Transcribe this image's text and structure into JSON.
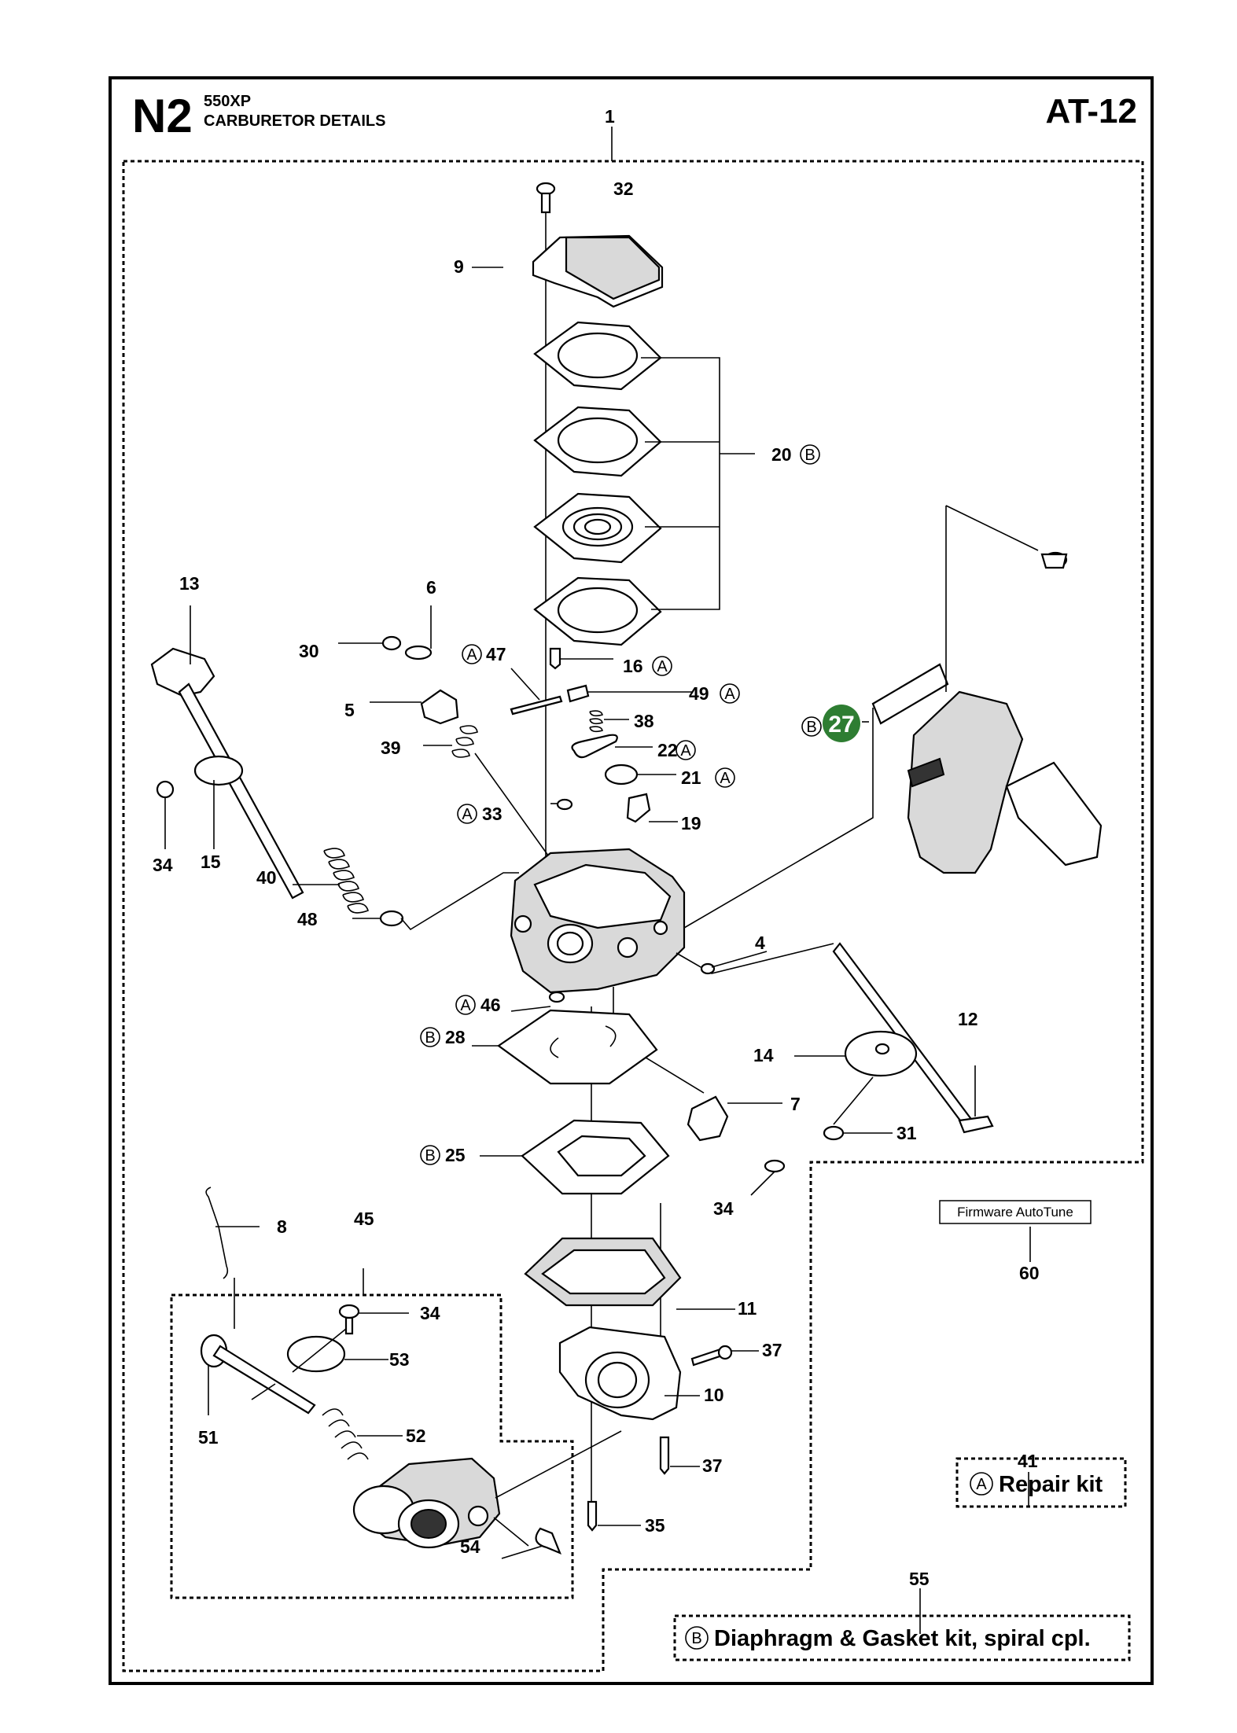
{
  "header": {
    "section_code": "N2",
    "model": "550XP",
    "subtitle": "CARBURETOR DETAILS",
    "page_code": "AT-12"
  },
  "parts": [
    {
      "id": "p1",
      "num": "1"
    },
    {
      "id": "p32",
      "num": "32"
    },
    {
      "id": "p9",
      "num": "9"
    },
    {
      "id": "p20",
      "num": "20",
      "kit": "B"
    },
    {
      "id": "p13",
      "num": "13"
    },
    {
      "id": "p6",
      "num": "6"
    },
    {
      "id": "p30",
      "num": "30"
    },
    {
      "id": "p47",
      "num": "47",
      "kit": "A"
    },
    {
      "id": "p16",
      "num": "16",
      "kit": "A"
    },
    {
      "id": "p5",
      "num": "5"
    },
    {
      "id": "p49",
      "num": "49",
      "kit": "A"
    },
    {
      "id": "p38",
      "num": "38"
    },
    {
      "id": "p27",
      "num": "27",
      "kit": "B"
    },
    {
      "id": "p39",
      "num": "39"
    },
    {
      "id": "p22",
      "num": "22",
      "kit": "A"
    },
    {
      "id": "p21",
      "num": "21",
      "kit": "A"
    },
    {
      "id": "p33",
      "num": "33",
      "kit": "A"
    },
    {
      "id": "p19",
      "num": "19"
    },
    {
      "id": "p34a",
      "num": "34"
    },
    {
      "id": "p15",
      "num": "15"
    },
    {
      "id": "p40",
      "num": "40"
    },
    {
      "id": "p48",
      "num": "48"
    },
    {
      "id": "p4",
      "num": "4"
    },
    {
      "id": "p46",
      "num": "46",
      "kit": "A"
    },
    {
      "id": "p12",
      "num": "12"
    },
    {
      "id": "p28",
      "num": "28",
      "kit": "B"
    },
    {
      "id": "p14",
      "num": "14"
    },
    {
      "id": "p7",
      "num": "7"
    },
    {
      "id": "p31",
      "num": "31"
    },
    {
      "id": "p25",
      "num": "25",
      "kit": "B"
    },
    {
      "id": "p34b",
      "num": "34"
    },
    {
      "id": "p8",
      "num": "8"
    },
    {
      "id": "p45",
      "num": "45"
    },
    {
      "id": "p11",
      "num": "11"
    },
    {
      "id": "p60",
      "num": "60"
    },
    {
      "id": "p34c",
      "num": "34"
    },
    {
      "id": "p37a",
      "num": "37"
    },
    {
      "id": "p53",
      "num": "53"
    },
    {
      "id": "p10",
      "num": "10"
    },
    {
      "id": "p52",
      "num": "52"
    },
    {
      "id": "p51",
      "num": "51"
    },
    {
      "id": "p41",
      "num": "41"
    },
    {
      "id": "p37b",
      "num": "37"
    },
    {
      "id": "p35",
      "num": "35"
    },
    {
      "id": "p54",
      "num": "54"
    },
    {
      "id": "p55",
      "num": "55"
    }
  ],
  "kits": {
    "repair_marker": "A",
    "repair_label": "Repair kit",
    "diaphragm_marker": "B",
    "diaphragm_label": "Diaphragm & Gasket kit, spiral cpl."
  },
  "firmware_label": "Firmware AutoTune",
  "colors": {
    "ink": "#000000",
    "highlight": "#2e7d32",
    "highlight_text": "#ffffff",
    "background": "#ffffff"
  }
}
